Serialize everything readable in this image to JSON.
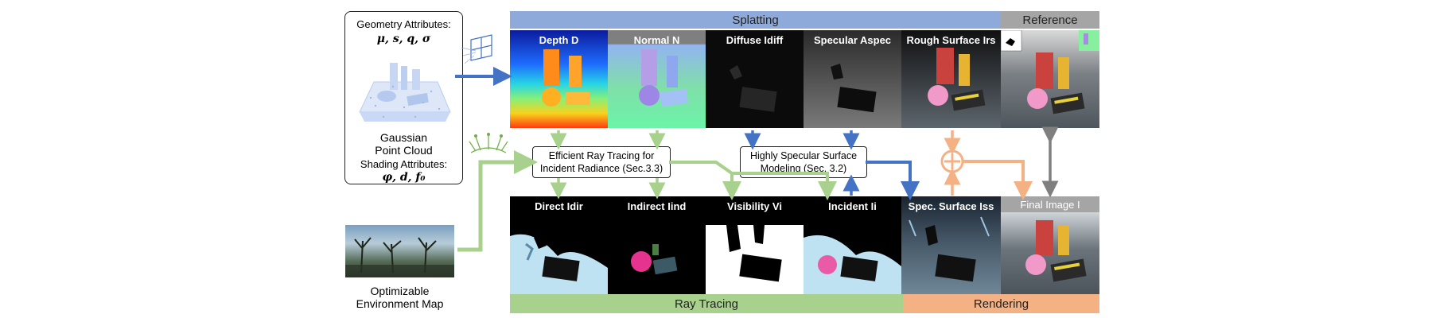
{
  "left_card": {
    "geometry_title": "Geometry Attributes:",
    "geometry_symbols": "μ, s, q, σ",
    "cloud_label_1": "Gaussian",
    "cloud_label_2": "Point Cloud",
    "shading_title": "Shading Attributes:",
    "shading_symbols": "φ, d, f₀"
  },
  "env_map": {
    "label_1": "Optimizable",
    "label_2": "Environment Map"
  },
  "bands": {
    "splatting": "Splatting",
    "reference": "Reference",
    "ray_tracing": "Ray Tracing",
    "rendering": "Rendering"
  },
  "top_panels": {
    "depth": "Depth D",
    "normal": "Normal N",
    "diffuse": "Diffuse Idiff",
    "specular": "Specular Aspec",
    "rough": "Rough Surface Irs"
  },
  "bottom_panels": {
    "direct": "Direct Idir",
    "indirect": "Indirect Iind",
    "visibility": "Visibility Vi",
    "incident": "Incident Ii",
    "spec_surface": "Spec. Surface Iss",
    "final": "Final Image I"
  },
  "boxes": {
    "raytrace_1": "Efficient Ray Tracing for",
    "raytrace_2": "Incident Radiance (Sec.3.3)",
    "specular_1": "Highly Specular Surface",
    "specular_2": "Modeling (Sec. 3.2)"
  },
  "colors": {
    "splat_band": "#8eaadb",
    "ref_band": "#a5a5a5",
    "ray_band": "#a9d18e",
    "render_band": "#f4b183",
    "blue_arrow": "#4472c4",
    "green_arrow": "#a9d18e",
    "orange_arrow": "#f4b183",
    "gray_arrow": "#7f7f7f"
  }
}
